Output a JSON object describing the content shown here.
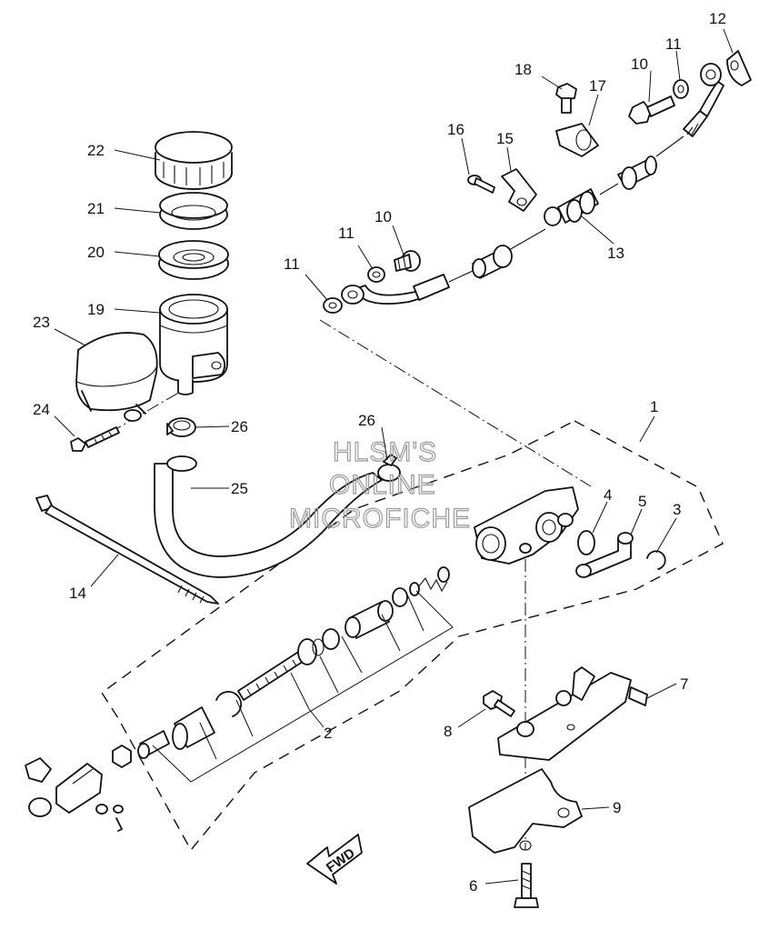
{
  "watermark": {
    "line1": "HLSM'S",
    "line2": "ONLINE",
    "line3": "MICROFICHE"
  },
  "fwd_label": "FWD",
  "callouts": {
    "c1": "1",
    "c2": "2",
    "c3": "3",
    "c4": "4",
    "c5": "5",
    "c6": "6",
    "c7": "7",
    "c8": "8",
    "c9": "9",
    "c10a": "10",
    "c10b": "10",
    "c11a": "11",
    "c11b": "11",
    "c11c": "11",
    "c12": "12",
    "c13": "13",
    "c14": "14",
    "c15": "15",
    "c16": "16",
    "c17": "17",
    "c18": "18",
    "c19": "19",
    "c20": "20",
    "c21": "21",
    "c22": "22",
    "c23": "23",
    "c24": "24",
    "c25": "25",
    "c26a": "26",
    "c26b": "26"
  }
}
